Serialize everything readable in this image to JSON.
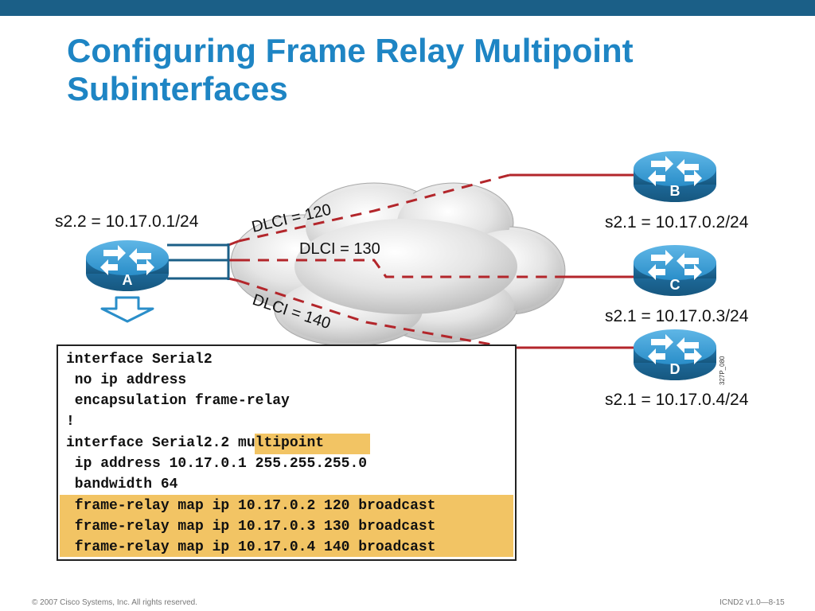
{
  "slide": {
    "title_line1": "Configuring Frame Relay Multipoint",
    "title_line2": "Subinterfaces"
  },
  "routers": {
    "a": {
      "letter": "A",
      "address": "s2.2 = 10.17.0.1/24"
    },
    "b": {
      "letter": "B",
      "address": "s2.1 = 10.17.0.2/24"
    },
    "c": {
      "letter": "C",
      "address": "s2.1 = 10.17.0.3/24"
    },
    "d": {
      "letter": "D",
      "address": "s2.1 = 10.17.0.4/24"
    }
  },
  "dlci": {
    "to_b": "DLCI = 120",
    "to_c": "DLCI = 130",
    "to_d": "DLCI = 140"
  },
  "figure_id": "327P_080",
  "config": {
    "lines": [
      "interface Serial2",
      " no ip address",
      " encapsulation frame-relay",
      "!",
      "interface Serial2.2 multipoint",
      " ip address 10.17.0.1 255.255.255.0",
      " bandwidth 64",
      " frame-relay map ip 10.17.0.2 120 broadcast",
      " frame-relay map ip 10.17.0.3 130 broadcast",
      " frame-relay map ip 10.17.0.4 140 broadcast"
    ],
    "highlighted": [
      "multipoint",
      "frame-relay map statements"
    ]
  },
  "colors": {
    "title": "#1e85c4",
    "top_bar": "#1b5f87",
    "router": "#2a8ec9",
    "link": "#b3262b",
    "highlight": "#f2c464"
  },
  "footer": {
    "copyright": "© 2007 Cisco Systems, Inc. All rights reserved.",
    "course": "ICND2 v1.0—8-15"
  }
}
